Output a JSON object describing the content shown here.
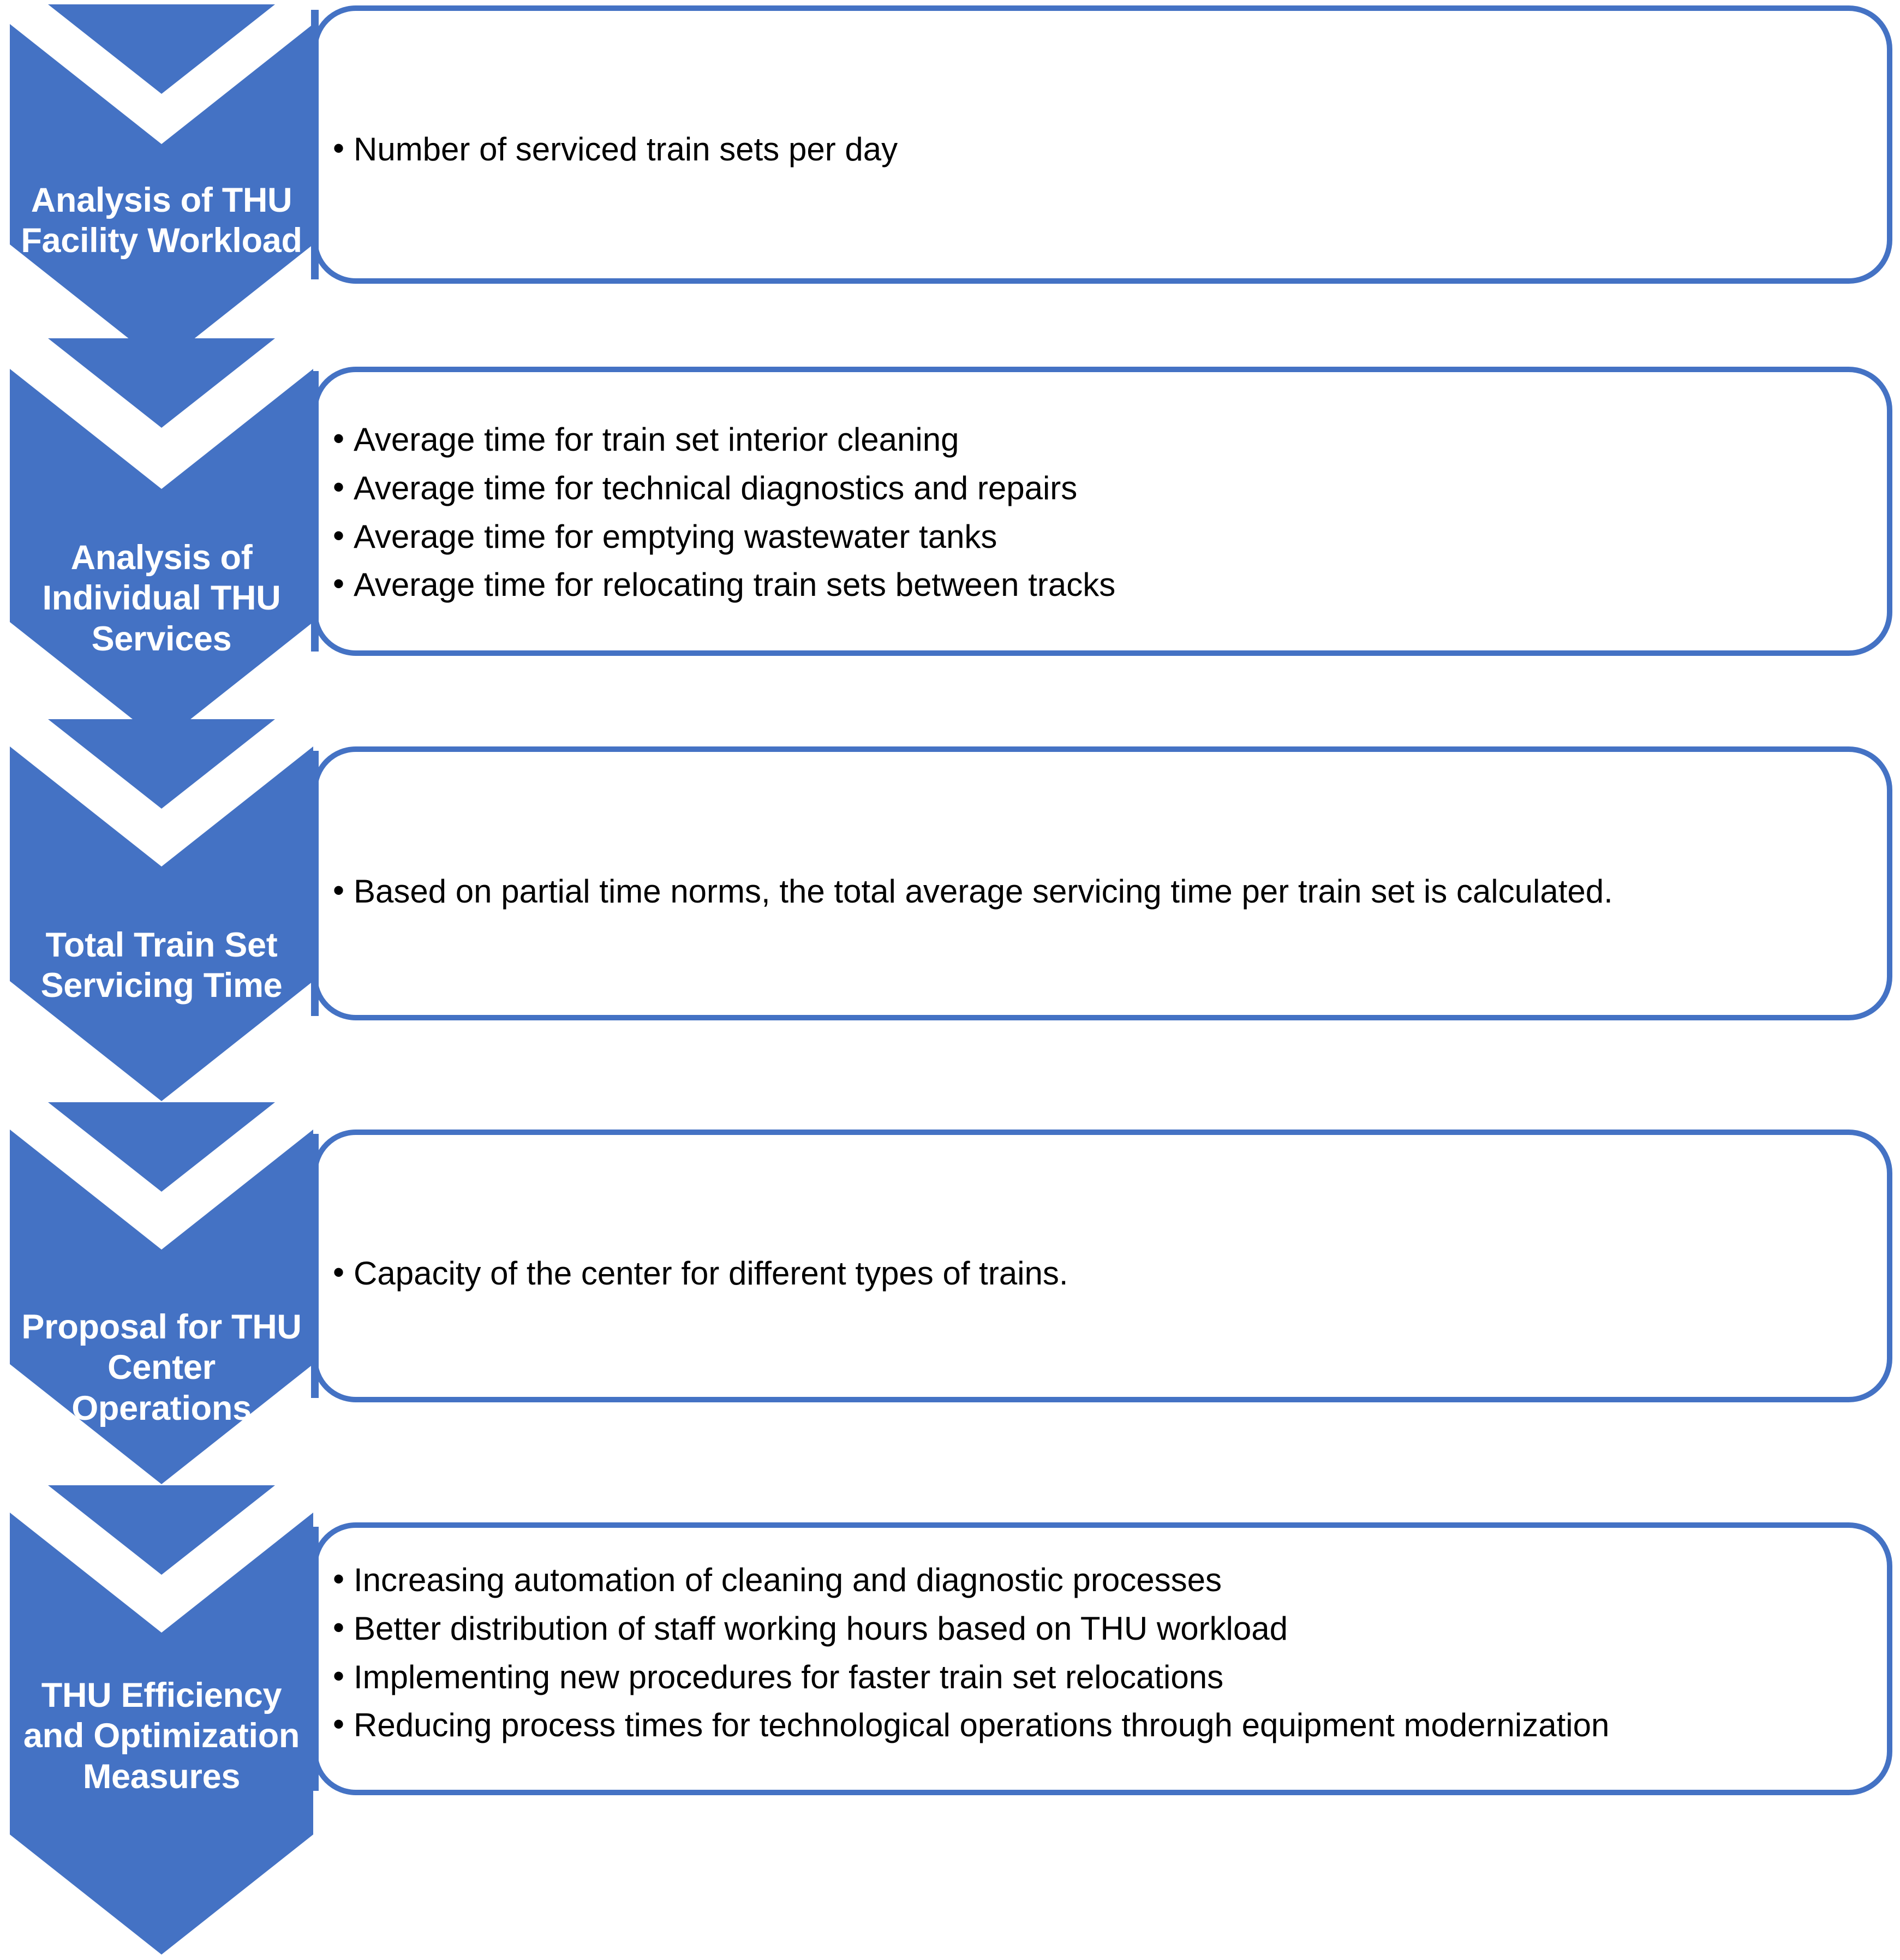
{
  "diagram": {
    "title": "THU Facility Analysis Process",
    "type": "vertical-chevron-process",
    "accent_color": "#4472C4",
    "text_color": "#000000",
    "label_color": "#FFFFFF",
    "background_color": "#FFFFFF",
    "bullet_glyph": "•",
    "steps": [
      {
        "label": "Analysis of THU Facility Workload",
        "bullets": [
          "Number of serviced train sets per day"
        ]
      },
      {
        "label": "Analysis of Individual THU Services",
        "bullets": [
          "Average time for train set interior cleaning",
          "Average time for technical diagnostics and repairs",
          "Average time for emptying wastewater tanks",
          "Average time for relocating train sets between tracks"
        ]
      },
      {
        "label": "Total Train Set Servicing Time",
        "bullets": [
          "Based on partial time norms, the total average servicing time per train set is calculated."
        ]
      },
      {
        "label": "Proposal for THU Center Operations",
        "bullets": [
          "Capacity of the center for different types of trains."
        ]
      },
      {
        "label": "THU Efficiency and Optimization Measures",
        "bullets": [
          "Increasing automation of cleaning and diagnostic processes",
          "Better distribution of staff working hours based on THU workload",
          "Implementing new procedures for faster train set relocations",
          "Reducing process times for technological operations through equipment modernization"
        ]
      }
    ]
  }
}
